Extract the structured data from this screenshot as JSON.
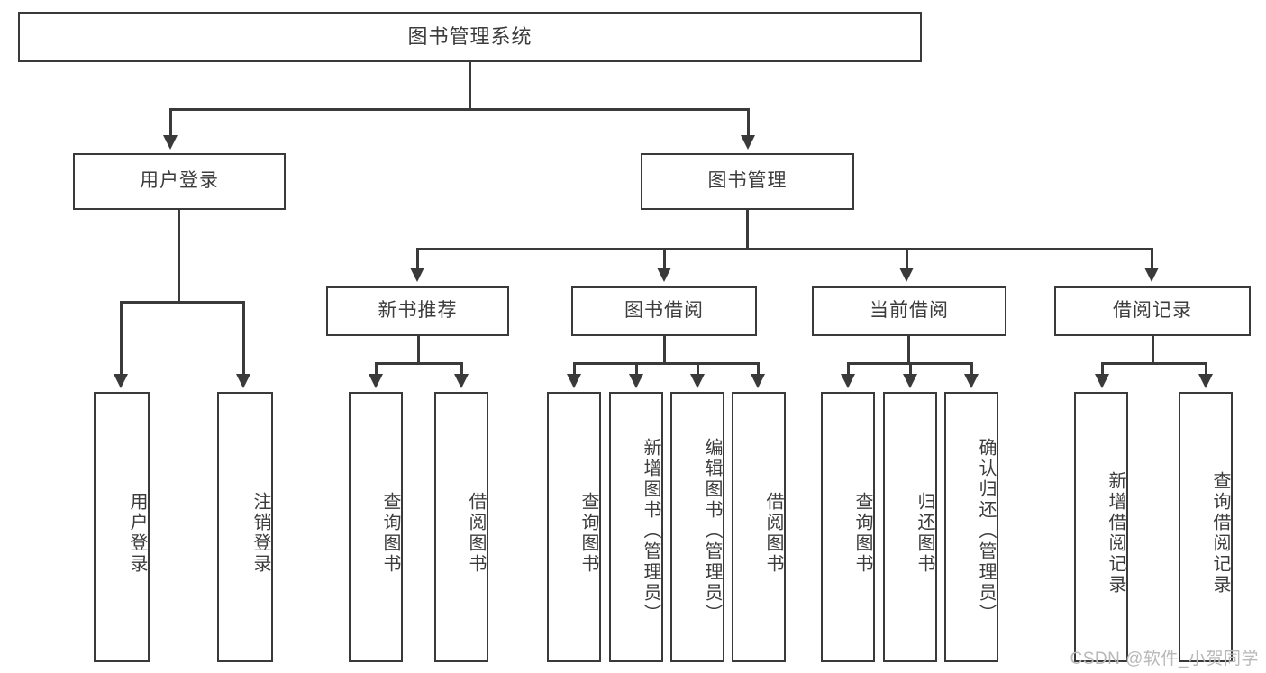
{
  "diagram": {
    "type": "tree-hierarchy-diagram",
    "title": "图书管理系统",
    "root": {
      "label": "图书管理系统",
      "name": "root-node-library-management-system"
    },
    "level2": [
      {
        "label": "用户登录",
        "name": "node-user-login"
      },
      {
        "label": "图书管理",
        "name": "node-book-management"
      }
    ],
    "level3": [
      {
        "label": "新书推荐",
        "name": "node-new-book-recommendation"
      },
      {
        "label": "图书借阅",
        "name": "node-book-borrowing"
      },
      {
        "label": "当前借阅",
        "name": "node-current-borrowing"
      },
      {
        "label": "借阅记录",
        "name": "node-borrowing-records"
      }
    ],
    "leaves": {
      "user_login": [
        {
          "label": "用户登录",
          "name": "leaf-user-login"
        },
        {
          "label": "注销登录",
          "name": "leaf-logout"
        }
      ],
      "new_book_recommendation": [
        {
          "label": "查询图书",
          "name": "leaf-query-books-recommendation"
        },
        {
          "label": "借阅图书",
          "name": "leaf-borrow-books-recommendation"
        }
      ],
      "book_borrowing": [
        {
          "label": "查询图书",
          "name": "leaf-query-books-borrowing"
        },
        {
          "label": "新增图书（管理员）",
          "name": "leaf-add-book-admin"
        },
        {
          "label": "编辑图书（管理员）",
          "name": "leaf-edit-book-admin"
        },
        {
          "label": "借阅图书",
          "name": "leaf-borrow-books-borrowing"
        }
      ],
      "current_borrowing": [
        {
          "label": "查询图书",
          "name": "leaf-query-books-current"
        },
        {
          "label": "归还图书",
          "name": "leaf-return-books"
        },
        {
          "label": "确认归还（管理员）",
          "name": "leaf-confirm-return-admin"
        }
      ],
      "borrowing_records": [
        {
          "label": "新增借阅记录",
          "name": "leaf-add-borrow-record"
        },
        {
          "label": "查询借阅记录",
          "name": "leaf-query-borrow-record"
        }
      ]
    },
    "colors": {
      "stroke": "#3a3a3a",
      "text": "#3c3c3c",
      "background": "#ffffff",
      "watermark": "#b9b9b9"
    }
  },
  "watermark": {
    "text": "CSDN @软件_小贺同学"
  }
}
